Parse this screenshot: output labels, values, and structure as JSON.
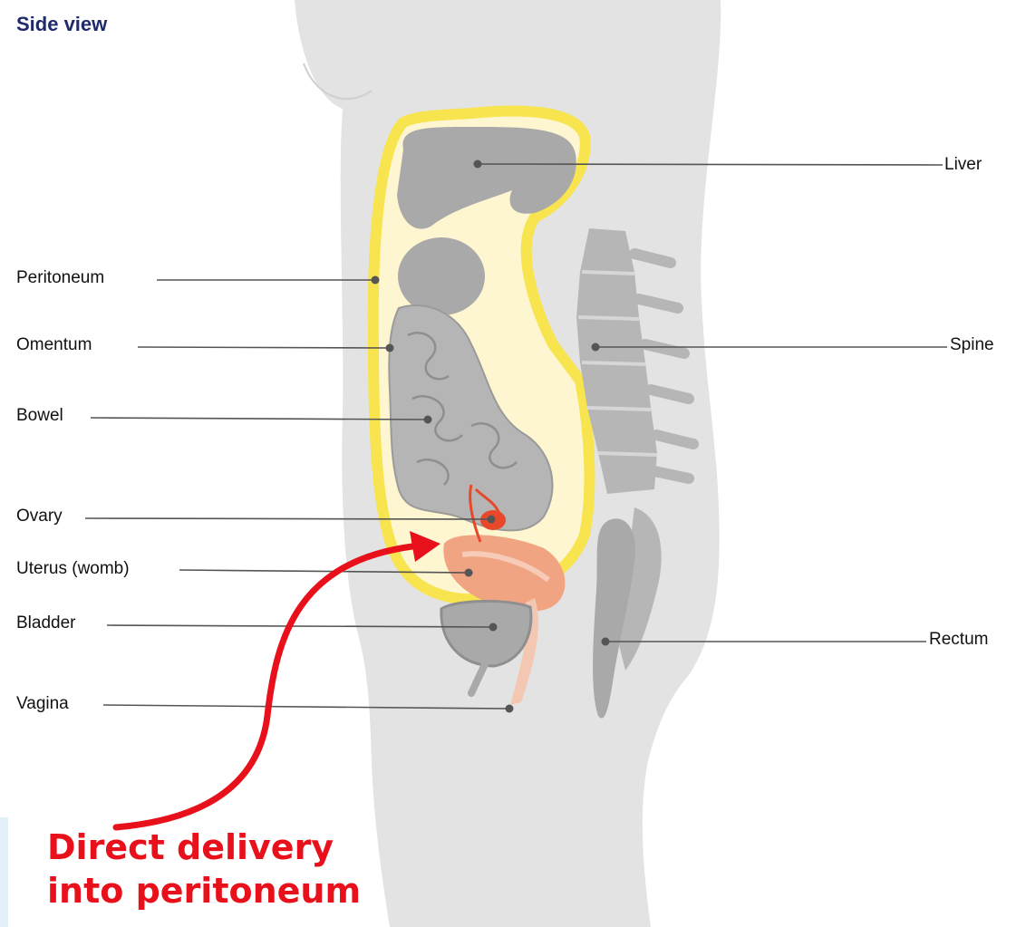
{
  "view_title": "Side view",
  "labels": {
    "liver": "Liver",
    "peritoneum": "Peritoneum",
    "omentum": "Omentum",
    "spine": "Spine",
    "bowel": "Bowel",
    "ovary": "Ovary",
    "uterus": "Uterus (womb)",
    "bladder": "Bladder",
    "rectum": "Rectum",
    "vagina": "Vagina"
  },
  "callout": {
    "line1": "Direct delivery",
    "line2": "into peritoneum"
  },
  "colors": {
    "body": "#e3e3e3",
    "organ": "#a9a9a9",
    "peritoneum": "#f7e44e",
    "peritoneum_fill": "#fdf6d0",
    "uterus": "#f0a481",
    "ovary": "#e8482a",
    "arrow": "#e8101a",
    "leader": "#555555"
  }
}
